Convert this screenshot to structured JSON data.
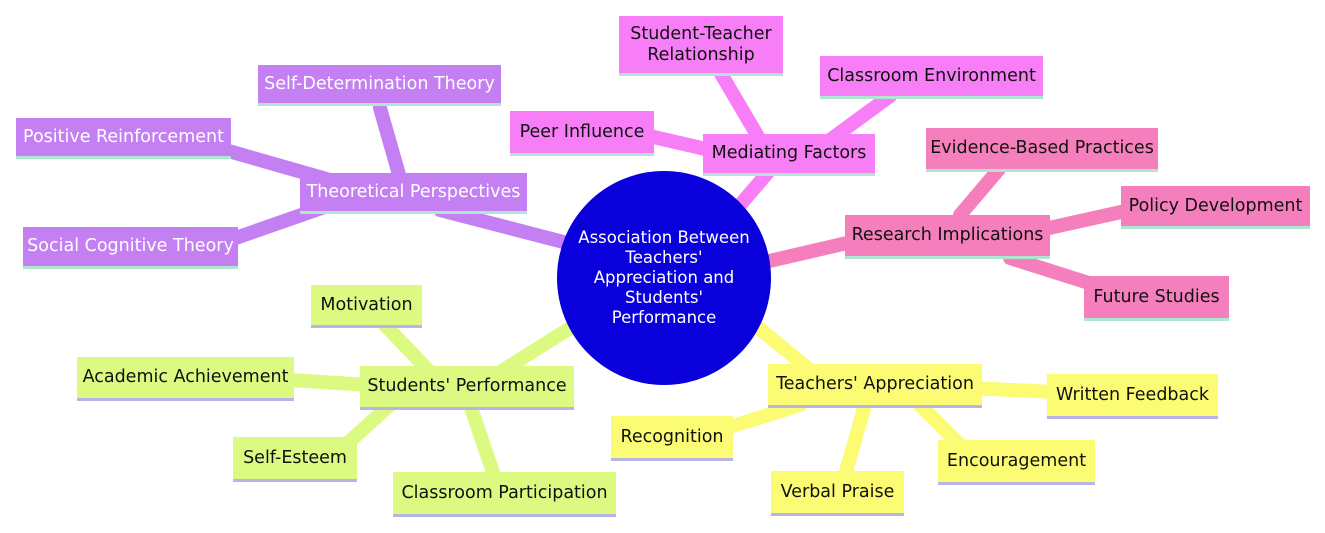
{
  "colors": {
    "center": "#0a00dc",
    "purple": "#c47ff2",
    "magenta": "#f77ef6",
    "pink": "#f57fbc",
    "yellow": "#fcfb74",
    "green": "#dcf982"
  },
  "center": {
    "label": "Association Between Teachers' Appreciation and Students' Performance"
  },
  "theoretical": {
    "label": "Theoretical Perspectives",
    "children": [
      "Self-Determination Theory",
      "Positive Reinforcement",
      "Social Cognitive Theory"
    ]
  },
  "mediating": {
    "label": "Mediating Factors",
    "children": [
      "Student-Teacher Relationship",
      "Classroom Environment",
      "Peer Influence"
    ]
  },
  "research": {
    "label": "Research Implications",
    "children": [
      "Evidence-Based Practices",
      "Policy Development",
      "Future Studies"
    ]
  },
  "appreciation": {
    "label": "Teachers' Appreciation",
    "children": [
      "Written Feedback",
      "Recognition",
      "Encouragement",
      "Verbal Praise"
    ]
  },
  "performance": {
    "label": "Students' Performance",
    "children": [
      "Motivation",
      "Academic Achievement",
      "Self-Esteem",
      "Classroom Participation"
    ]
  }
}
